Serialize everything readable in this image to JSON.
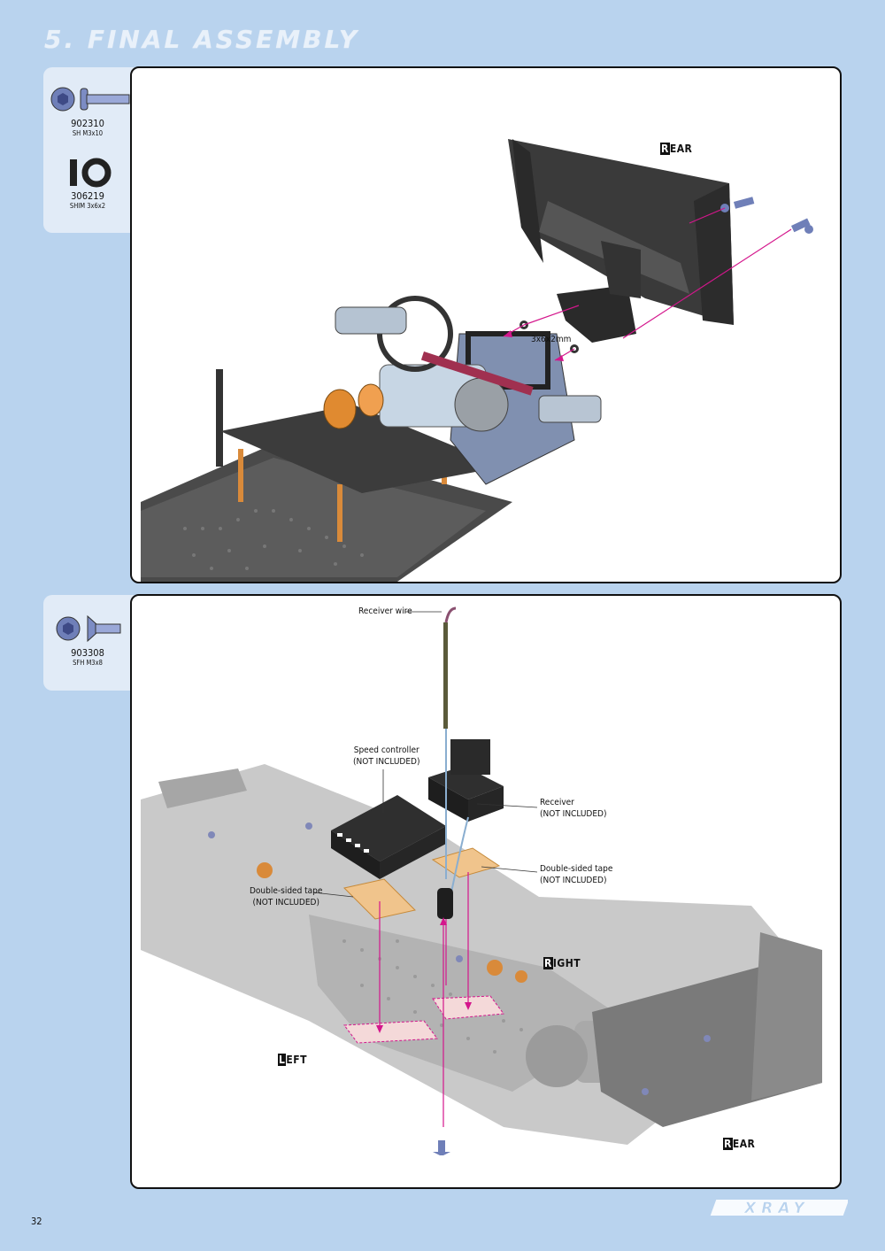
{
  "header": {
    "title": "5. FINAL ASSEMBLY"
  },
  "step1": {
    "parts": [
      {
        "code": "902310",
        "desc": "SH M3x10",
        "icon": "button-head-screw-icon"
      },
      {
        "code": "306219",
        "desc": "SHIM 3x6x2",
        "icon": "shim-washer-icon"
      }
    ],
    "labels": {
      "rear": "REAR",
      "shim": "3x6x2mm"
    }
  },
  "step2": {
    "parts": [
      {
        "code": "903308",
        "desc": "SFH M3x8",
        "icon": "flat-head-screw-icon"
      }
    ],
    "labels": {
      "receiver_wire": "Receiver wire",
      "speed_controller_1": "Speed controller",
      "speed_controller_2": "(NOT INCLUDED)",
      "receiver_1": "Receiver",
      "receiver_2": "(NOT INCLUDED)",
      "tape_right_1": "Double-sided tape",
      "tape_right_2": "(NOT INCLUDED)",
      "tape_left_1": "Double-sided tape",
      "tape_left_2": "(NOT INCLUDED)",
      "right": "RIGHT",
      "left": "LEFT",
      "rear": "REAR"
    }
  },
  "footer": {
    "page_number": "32",
    "brand": "XRAY"
  },
  "colors": {
    "background": "#b9d3ee",
    "parts_panel": "#e1ebf7",
    "arrow": "#d4168c",
    "tape": "#f0c48c"
  }
}
